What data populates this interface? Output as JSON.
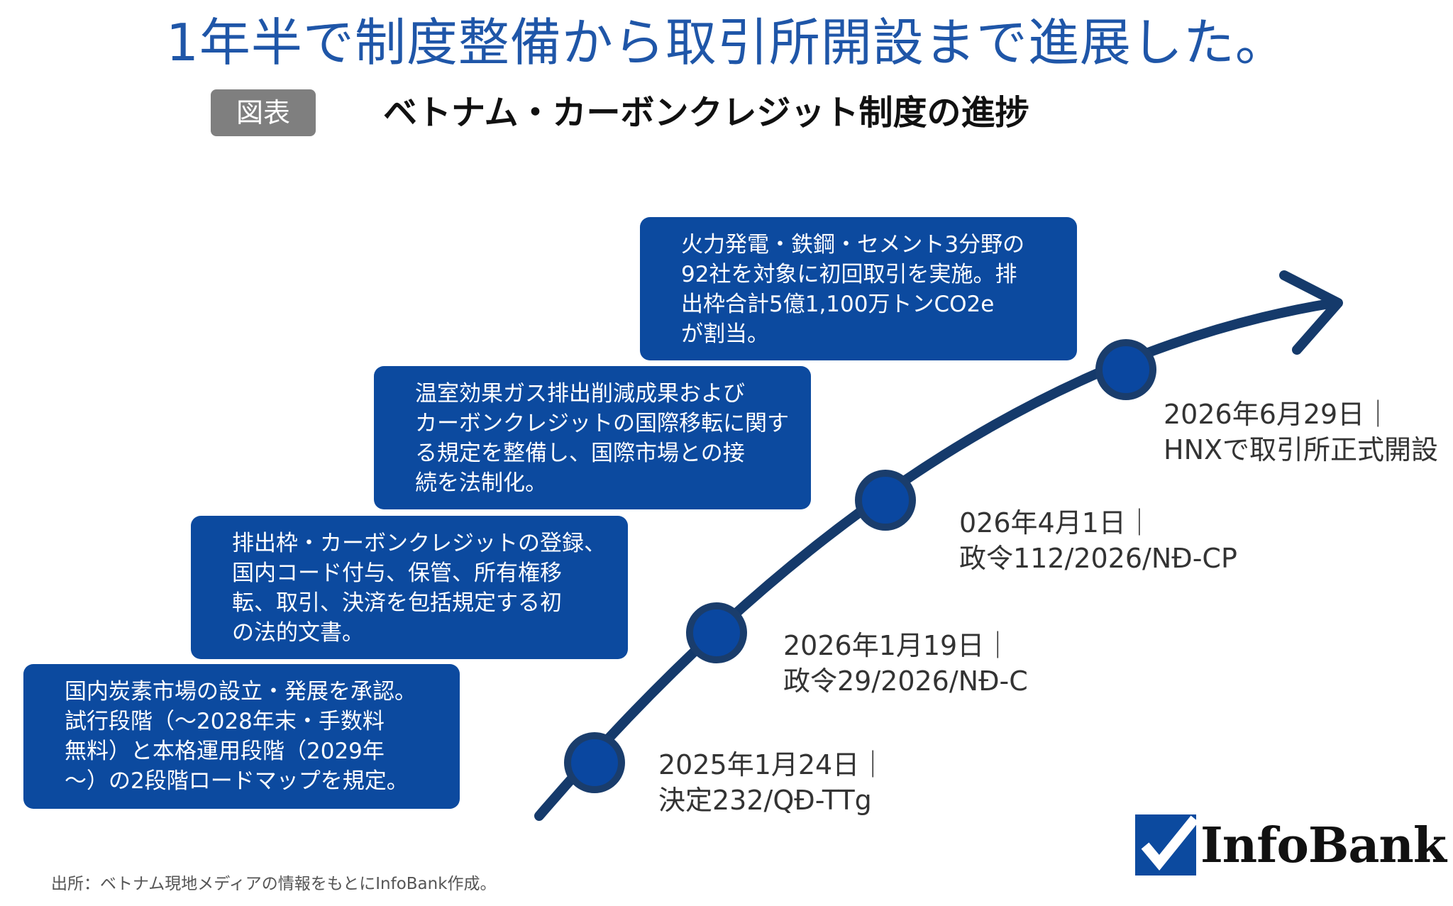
{
  "headline": "1年半で制度整備から取引所開設まで進展した。",
  "figure": {
    "tag": "図表",
    "title": "ベトナム・カーボンクレジット制度の進捗"
  },
  "milestones": [
    {
      "date": "2025年1月24日｜",
      "document": "決定232/QĐ-TTg",
      "description": [
        "国内炭素市場の設立・発展を承認。",
        "試行段階（～2028年末・手数料",
        "無料）と本格運用段階（2029年",
        "～）の2段階ロードマップを規定。"
      ]
    },
    {
      "date": "2026年1月19日｜",
      "document": "政令29/2026/NĐ-C",
      "description": [
        "排出枠・カーボンクレジットの登録、",
        "国内コード付与、保管、所有権移",
        "転、取引、決済を包括規定する初",
        "の法的文書。"
      ]
    },
    {
      "date": "026年4月1日｜",
      "document": "政令112/2026/NĐ-CP",
      "description": [
        "温室効果ガス排出削減成果および",
        "カーボンクレジットの国際移転に関す",
        "る規定を整備し、国際市場との接",
        "続を法制化。"
      ]
    },
    {
      "date": "2026年6月29日｜",
      "document": "HNXで取引所正式開設",
      "description": [
        "火力発電・鉄鋼・セメント3分野の",
        "92社を対象に初回取引を実施。排",
        "出枠合計5億1,100万トンCO2e",
        "が割当。"
      ]
    }
  ],
  "source": "出所：ベトナム現地メディアの情報をもとにInfoBank作成。",
  "logo": {
    "text": "InfoBank"
  },
  "colors": {
    "headline": "#1f56a8",
    "box": "#0c4a9f",
    "curve": "#153a6b",
    "tag": "#7f7f7f"
  }
}
